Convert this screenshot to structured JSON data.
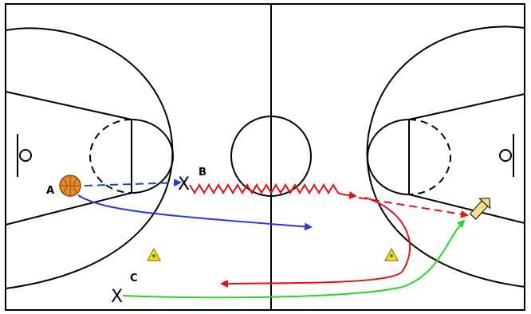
{
  "players": {
    "a": "A",
    "b": "B",
    "c": "C"
  },
  "marks": {
    "x": "X"
  },
  "colors": {
    "court_line": "#000000",
    "pass_blue": "#2a3ad6",
    "pass_red": "#e01414",
    "cut_green": "#2ad42a",
    "cone": "#f2e21a",
    "ball": "#e8892a",
    "shooter": "#f0e08a"
  },
  "icons": {
    "ball": "basketball-icon",
    "cone": "cone-icon",
    "shot": "shot-marker-icon"
  }
}
